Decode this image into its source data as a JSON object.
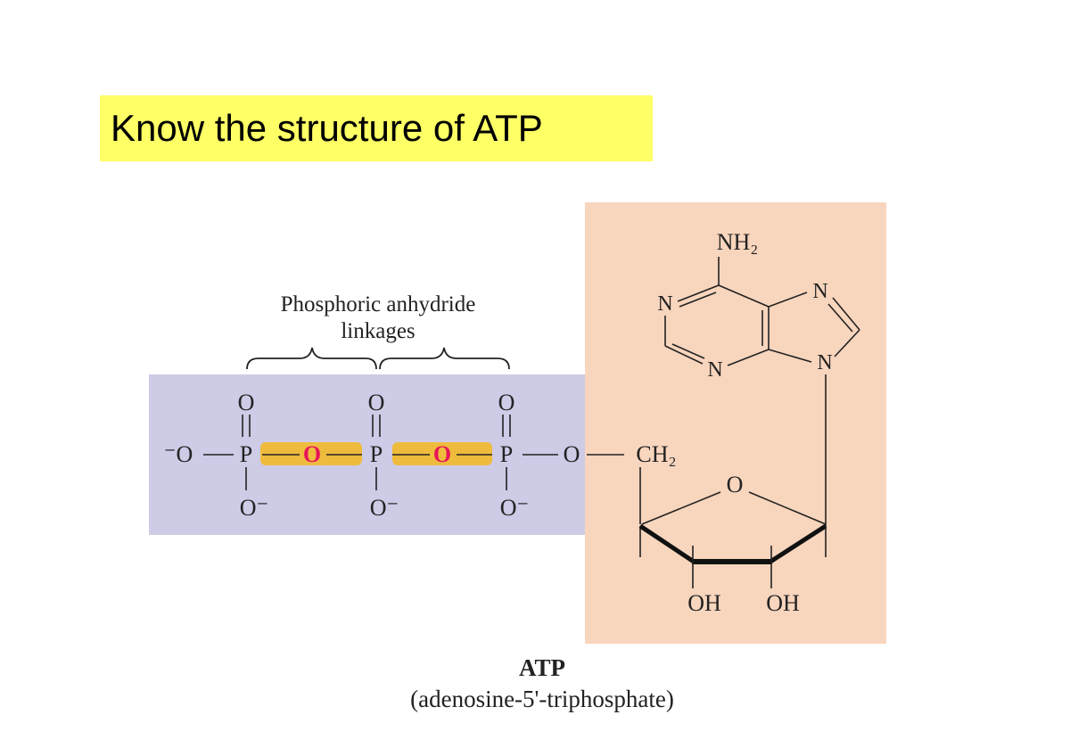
{
  "title": "Know the structure of ATP",
  "colors": {
    "title_bg": "#ffff66",
    "phosphate_bg": "#cdcbe6",
    "adenosine_bg": "#f8d5bd",
    "linkage_highlight": "#f5b81f",
    "linkage_oxygen": "#e8145a"
  },
  "diagram": {
    "brace_label_line1": "Phosphoric anhydride",
    "brace_label_line2": "linkages",
    "phosphate": {
      "terminal_oxygen": "⁻O",
      "phosphorus": "P",
      "double_bond_oxygen": "O",
      "single_bond_oxygen": "O⁻",
      "bridge_oxygen": "O",
      "ester_oxygen": "O",
      "ch2": "CH₂"
    },
    "ribose": {
      "ring_oxygen": "O",
      "hydroxyl_2": "OH",
      "hydroxyl_3": "OH"
    },
    "adenine": {
      "amine": "NH₂",
      "n1": "N",
      "n3": "N",
      "n7": "N",
      "n9": "N"
    },
    "caption_name": "ATP",
    "caption_full": "(adenosine-5'-triphosphate)"
  }
}
